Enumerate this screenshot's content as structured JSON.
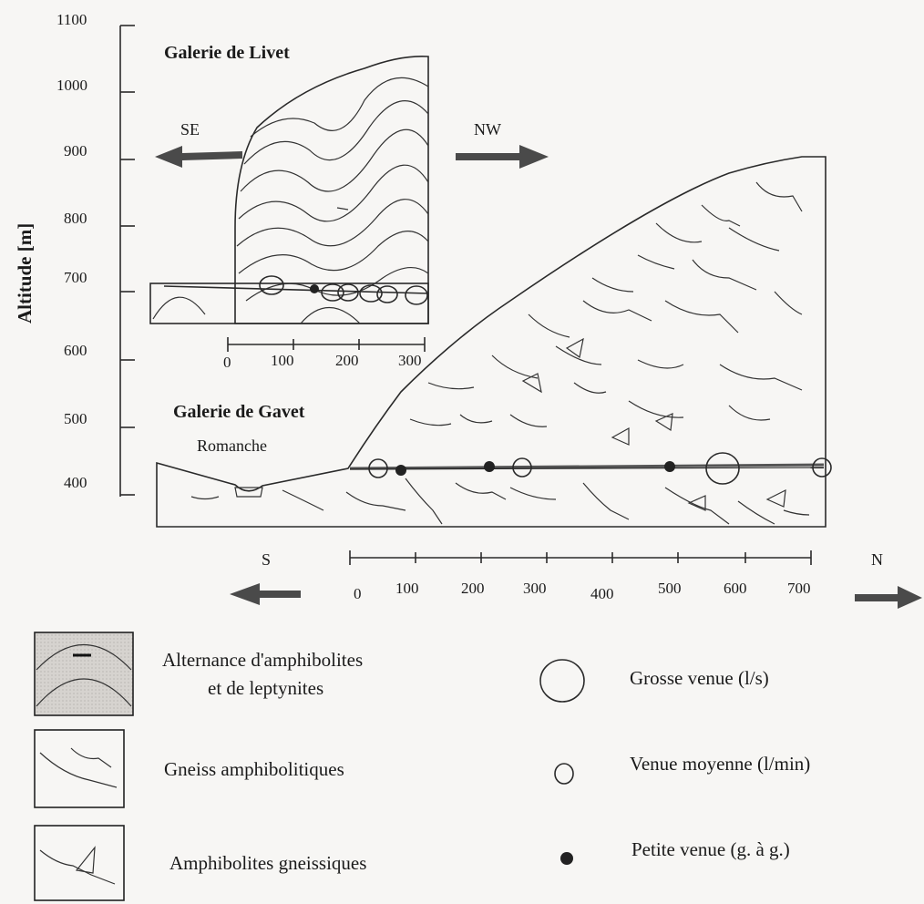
{
  "y_axis": {
    "label": "Altitude [m]",
    "ticks": [
      "1100",
      "1000",
      "900",
      "800",
      "700",
      "600",
      "500",
      "400"
    ]
  },
  "livet": {
    "title": "Galerie de Livet",
    "dir_left": "SE",
    "dir_right": "NW",
    "scale_ticks": [
      "0",
      "100",
      "200",
      "300"
    ]
  },
  "gavet": {
    "title": "Galerie de Gavet",
    "river": "Romanche",
    "dir_left": "S",
    "dir_right": "N",
    "scale_ticks": [
      "0",
      "100",
      "200",
      "300",
      "400",
      "500",
      "600",
      "700"
    ]
  },
  "legend": {
    "rock1_line1": "Alternance d'amphibolites",
    "rock1_line2": "et de leptynites",
    "rock2": "Gneiss amphibolitiques",
    "rock3": "Amphibolites gneissiques",
    "inflow_large": "Grosse venue (l/s)",
    "inflow_medium": "Venue moyenne (l/min)",
    "inflow_small": "Petite venue (g. à g.)"
  },
  "colors": {
    "stipple_fill": "#d8d5d1",
    "line": "#2a2a2a",
    "background": "#f7f6f4"
  }
}
